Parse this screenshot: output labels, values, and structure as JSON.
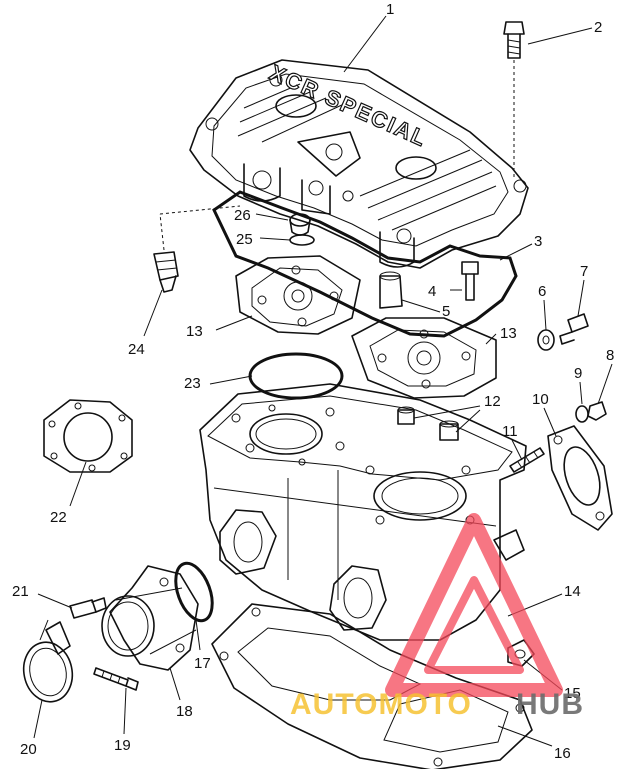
{
  "diagram": {
    "cover_text": "XCR SPECIAL",
    "callouts": [
      {
        "id": "c1",
        "label": "1"
      },
      {
        "id": "c2",
        "label": "2"
      },
      {
        "id": "c3",
        "label": "3"
      },
      {
        "id": "c4",
        "label": "4"
      },
      {
        "id": "c5",
        "label": "5"
      },
      {
        "id": "c6",
        "label": "6"
      },
      {
        "id": "c7",
        "label": "7"
      },
      {
        "id": "c8",
        "label": "8"
      },
      {
        "id": "c9",
        "label": "9"
      },
      {
        "id": "c10",
        "label": "10"
      },
      {
        "id": "c11",
        "label": "11"
      },
      {
        "id": "c12",
        "label": "12"
      },
      {
        "id": "c13a",
        "label": "13"
      },
      {
        "id": "c13b",
        "label": "13"
      },
      {
        "id": "c14",
        "label": "14"
      },
      {
        "id": "c15",
        "label": "15"
      },
      {
        "id": "c16",
        "label": "16"
      },
      {
        "id": "c17",
        "label": "17"
      },
      {
        "id": "c18",
        "label": "18"
      },
      {
        "id": "c19",
        "label": "19"
      },
      {
        "id": "c20",
        "label": "20"
      },
      {
        "id": "c21",
        "label": "21"
      },
      {
        "id": "c22",
        "label": "22"
      },
      {
        "id": "c23",
        "label": "23"
      },
      {
        "id": "c24",
        "label": "24"
      },
      {
        "id": "c25",
        "label": "25"
      },
      {
        "id": "c26",
        "label": "26"
      }
    ]
  },
  "watermark": {
    "text_part1": "AUTOMOTO",
    "text_part2": "HUB",
    "colors": {
      "triangle": "#f4485a",
      "text_part1": "#f6c233",
      "text_part2": "#6b6b6b"
    }
  }
}
